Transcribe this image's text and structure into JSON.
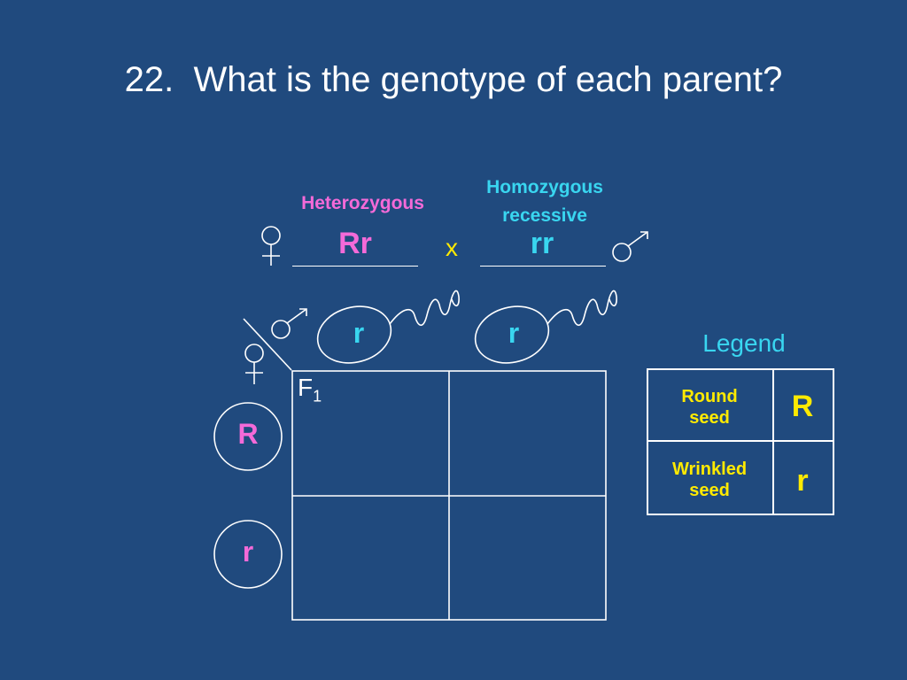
{
  "slide": {
    "title": "22.  What is the genotype of each parent?",
    "female_parent": {
      "phenotype_label": "Heterozygous",
      "genotype": "Rr",
      "symbol_icon": "female-symbol-icon"
    },
    "male_parent": {
      "phenotype_label": "Homozygous recessive",
      "genotype": "rr",
      "symbol_icon": "male-symbol-icon"
    },
    "cross_symbol": "x",
    "sperm_alleles": [
      "r",
      "r"
    ],
    "egg_alleles": [
      "R",
      "r"
    ],
    "punnett": {
      "f1_label": "F",
      "f1_subscript": "1"
    },
    "legend": {
      "title": "Legend",
      "rows": [
        {
          "trait": "Round seed",
          "symbol": "R"
        },
        {
          "trait": "Wrinkled seed",
          "symbol": "r"
        }
      ]
    },
    "colors": {
      "background": "#204a7e",
      "female": "#f46ad8",
      "male": "#39d6f0",
      "legend_text": "#ffea00",
      "lines": "#ffffff"
    }
  }
}
